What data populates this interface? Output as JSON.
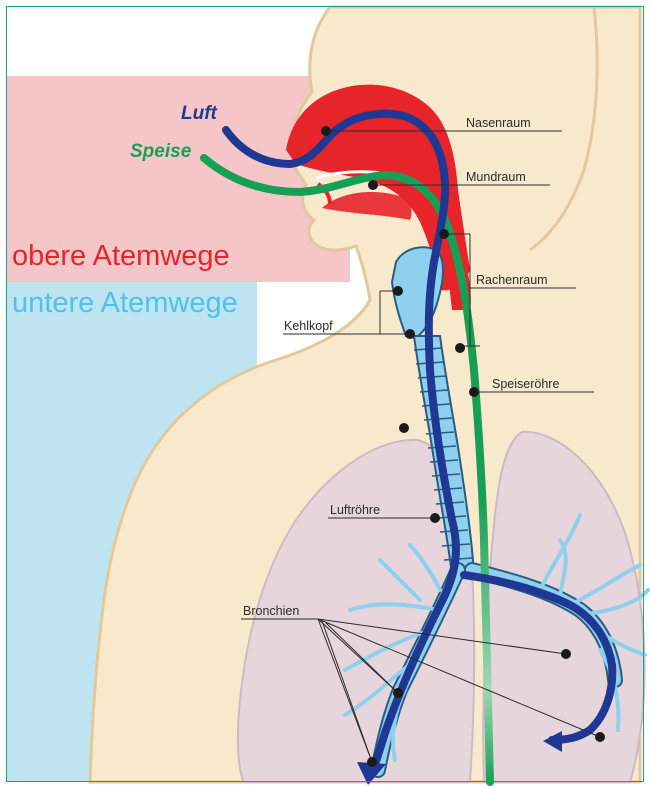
{
  "diagram": {
    "regions": {
      "upper": {
        "label": "obere Atemwege",
        "color": "#e8242b",
        "background": "#f4c6c7"
      },
      "lower": {
        "label": "untere Atemwege",
        "color": "#4cc3ea",
        "background": "#bfe4f1"
      }
    },
    "flows": {
      "air": {
        "label": "Luft",
        "color": "#1f3894"
      },
      "food": {
        "label": "Speise",
        "color": "#17a055"
      }
    },
    "labels": {
      "nasal_cavity": "Nasenraum",
      "oral_cavity": "Mundraum",
      "pharynx": "Rachenraum",
      "larynx": "Kehlkopf",
      "esophagus": "Speiseröhre",
      "trachea": "Luftröhre",
      "bronchi": "Bronchien"
    },
    "colors": {
      "skin": "#f8e8cc",
      "skin_outline": "#e2c99c",
      "lungs": "#e6d6dc",
      "airway_cartilage": "#8fd0ee",
      "airway_outline": "#2a5c80",
      "nasal_red": "#e8242b",
      "frame": "#1aa089"
    }
  }
}
